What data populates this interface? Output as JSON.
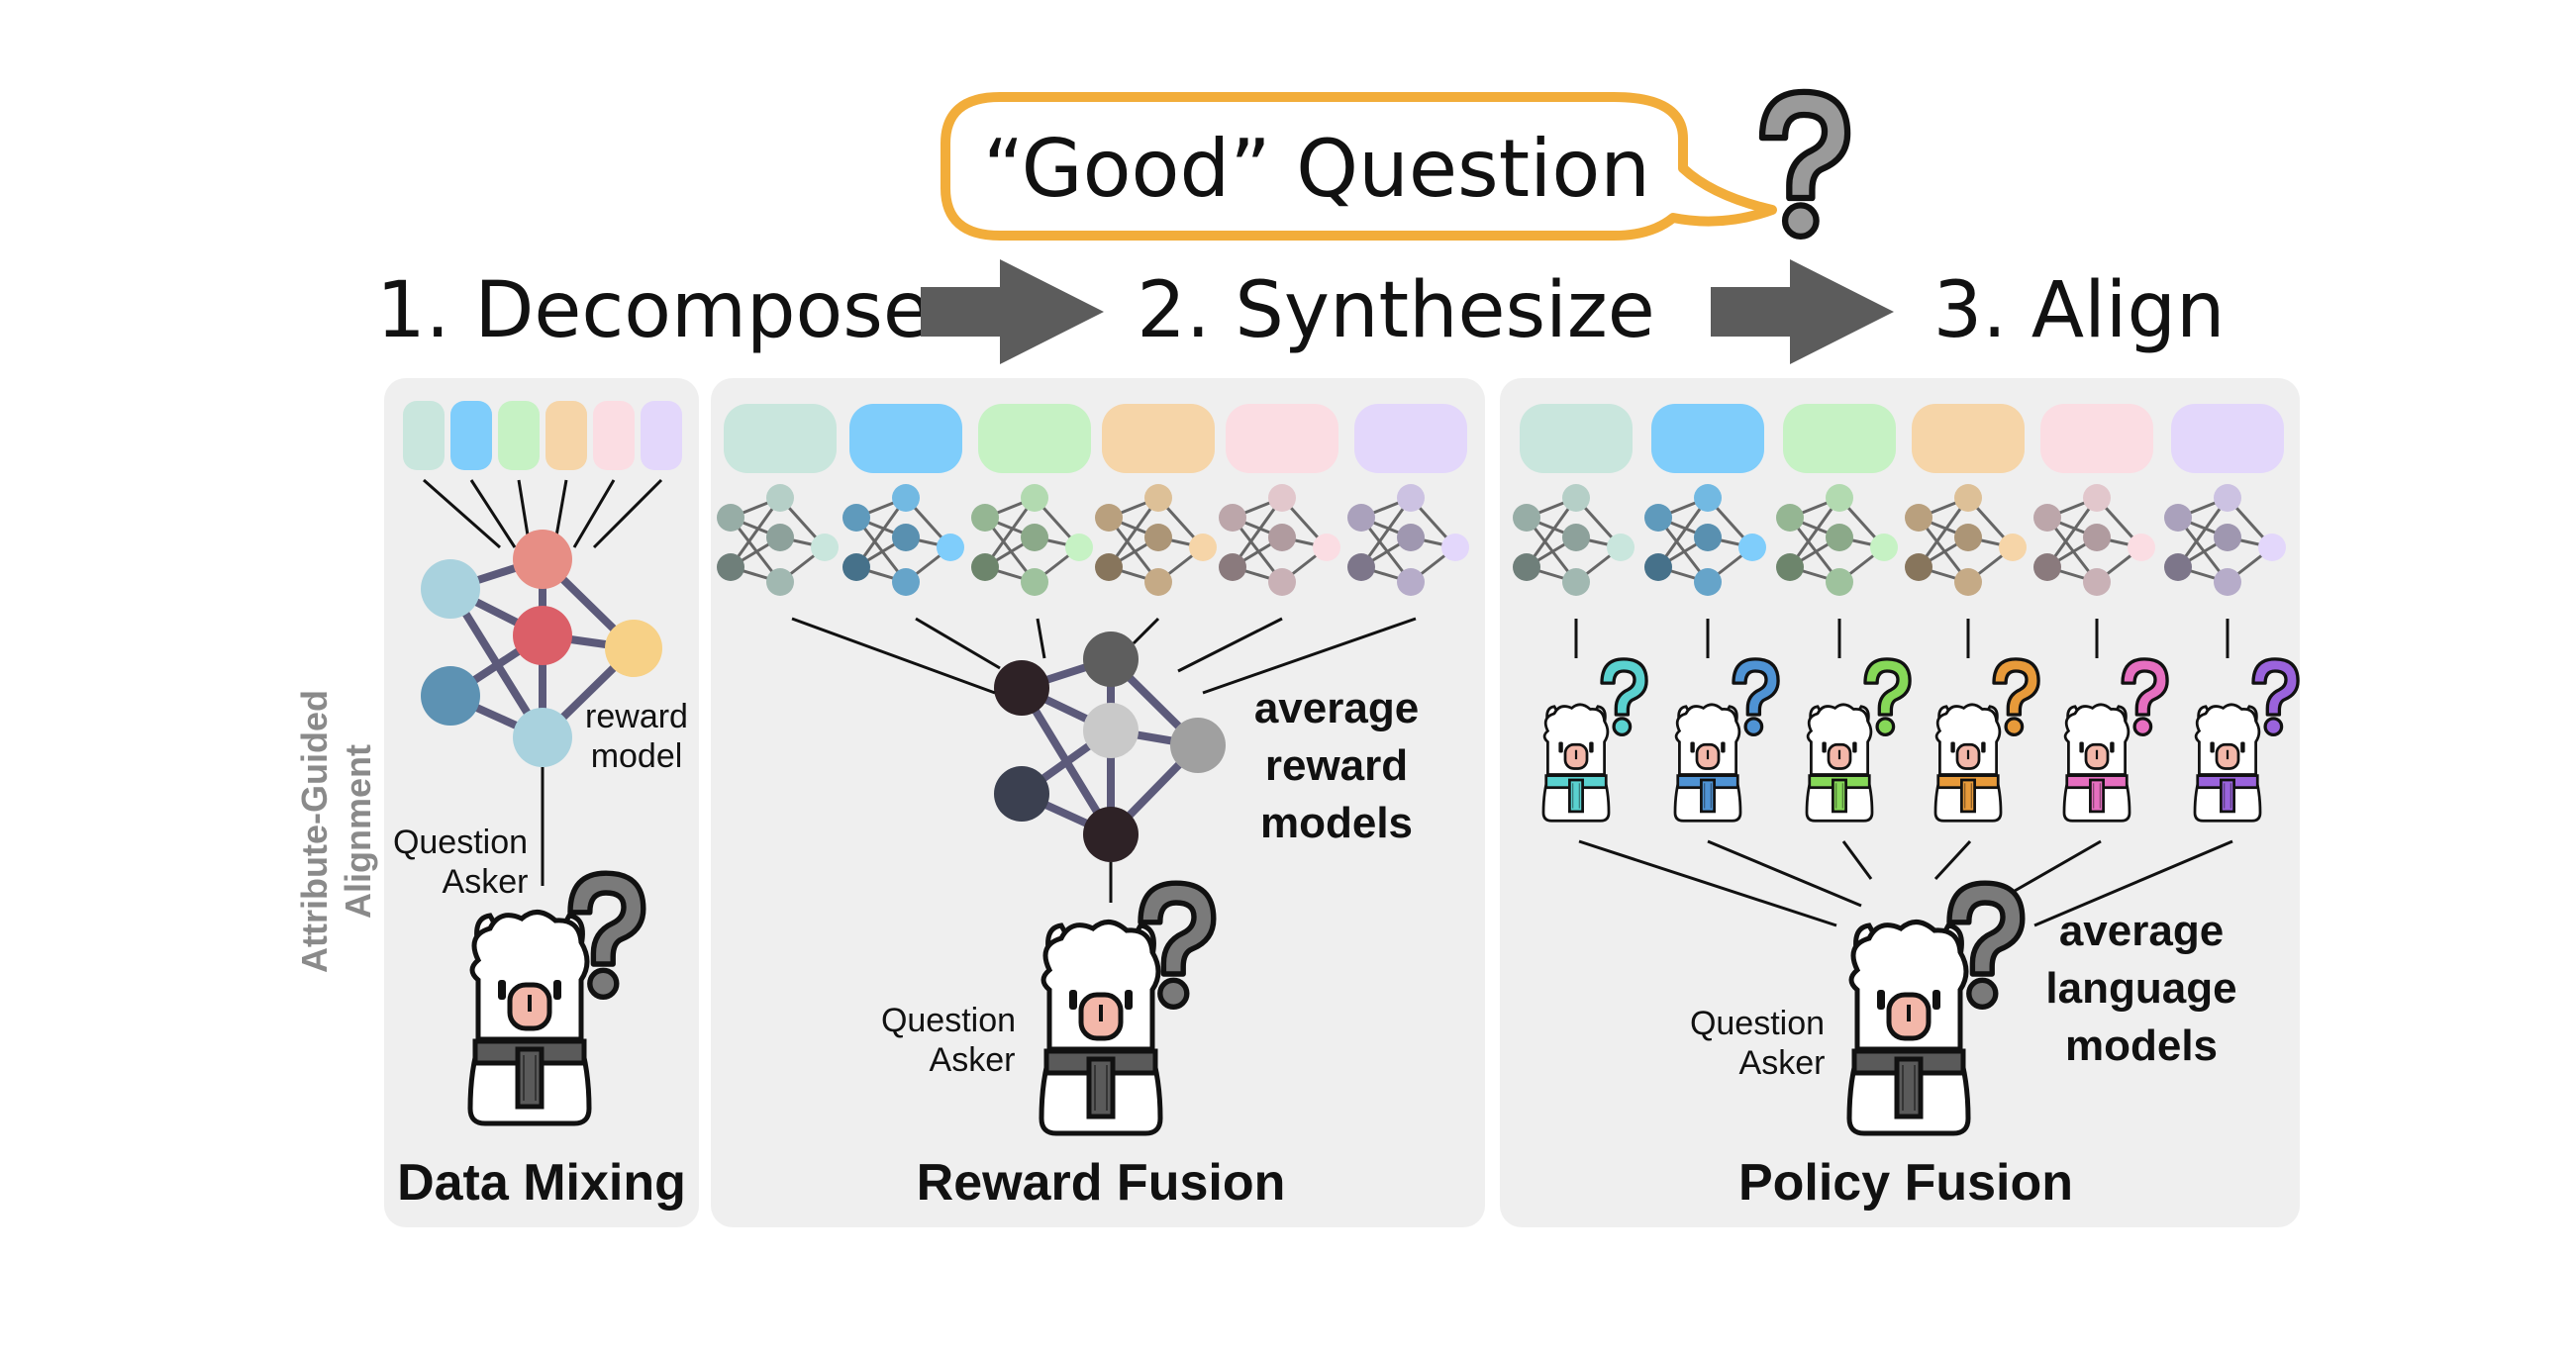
{
  "bubble": {
    "text": "“Good” Question"
  },
  "steps": [
    "1. Decompose",
    "2. Synthesize",
    "3. Align"
  ],
  "side_label": [
    "Attribute-Guided",
    "Alignment"
  ],
  "attribute_colors": [
    "#c9e6dd",
    "#7fcdfb",
    "#c6f2c4",
    "#f6d5a8",
    "#fbdde3",
    "#e3d7fb"
  ],
  "llama_colors": [
    "#5ad1cf",
    "#4f93d4",
    "#86d858",
    "#e79a3a",
    "#e66fc0",
    "#9a63dc"
  ],
  "panels": {
    "data_mixing": {
      "caption": "Data Mixing",
      "reward_label": [
        "reward",
        "model"
      ],
      "asker_label": [
        "Question",
        "Asker"
      ]
    },
    "reward_fusion": {
      "caption": "Reward Fusion",
      "avg_label": [
        "average",
        "reward",
        "models"
      ],
      "asker_label": [
        "Question",
        "Asker"
      ]
    },
    "policy_fusion": {
      "caption": "Policy Fusion",
      "avg_label": [
        "average",
        "language",
        "models"
      ],
      "asker_label": [
        "Question",
        "Asker"
      ]
    }
  }
}
